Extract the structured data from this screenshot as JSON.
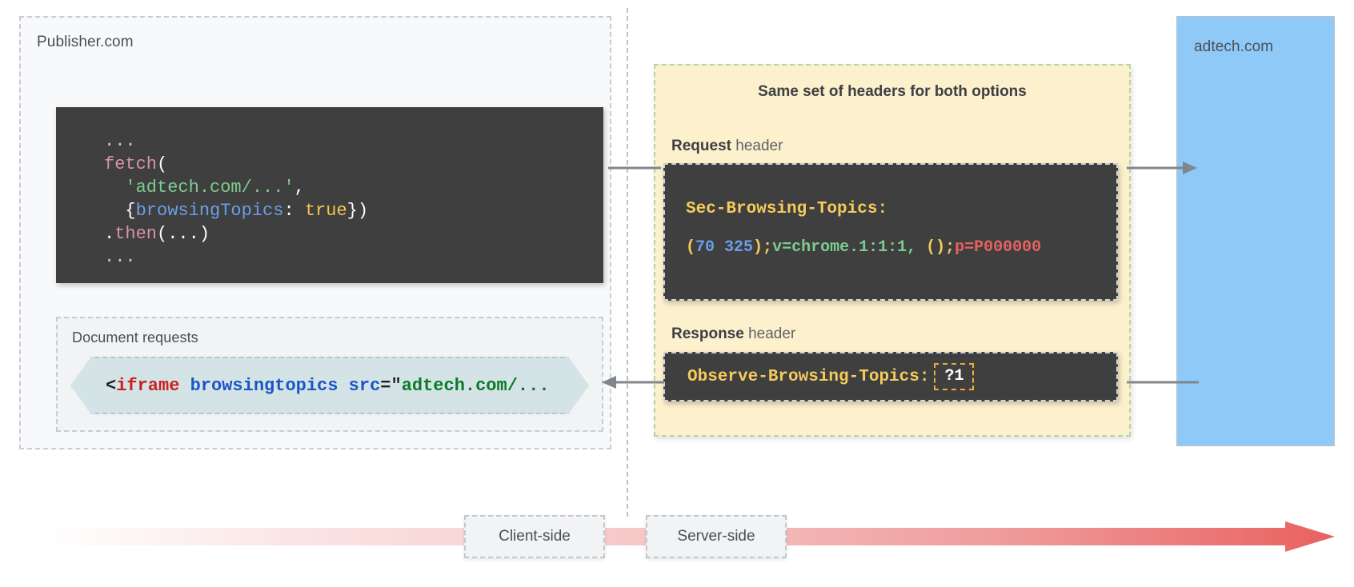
{
  "diagram": {
    "publisher": {
      "label": "Publisher.com",
      "js_code": {
        "line1": "...",
        "line2_fn": "fetch",
        "line2_paren": "(",
        "line3_str": "'adtech.com/...'",
        "line3_comma": ",",
        "line4_open": "{",
        "line4_prop": "browsingTopics",
        "line4_colon": ": ",
        "line4_bool": "true",
        "line4_close": "})",
        "line5_dot": ".",
        "line5_fn": "then",
        "line5_args": "(...)",
        "line6": "..."
      },
      "document_requests": {
        "label": "Document requests",
        "iframe_lt": "<",
        "iframe_tag": "iframe",
        "iframe_space1": " ",
        "iframe_attr1": "browsingtopics",
        "iframe_space2": " ",
        "iframe_attr2": "src",
        "iframe_eq": "=",
        "iframe_quote": "\"",
        "iframe_value": "adtech.com/..."
      }
    },
    "headers_panel": {
      "title": "Same set of headers for both options",
      "request_caption_bold": "Request",
      "request_caption_rest": " header",
      "request_header_name": "Sec-Browsing-Topics:",
      "request_value_paren_open": "(",
      "request_value_topics": "70 325",
      "request_value_paren_close": ")",
      "request_value_semi1": ";",
      "request_value_version": "v=chrome.1:1:1,",
      "request_value_empty": " ()",
      "request_value_semi2": ";",
      "request_value_p": "p=P000000",
      "response_caption_bold": "Response",
      "response_caption_rest": " header",
      "response_header_name": "Observe-Browsing-Topics:",
      "response_header_value": "?1"
    },
    "adtech": {
      "label": "adtech.com"
    },
    "timeline": {
      "client_side": "Client-side",
      "server_side": "Server-side"
    },
    "colors": {
      "publisher_bg": "#f8f9fa",
      "headers_bg": "#fdf0cd",
      "headers_border": "#b7d6a8",
      "adtech_bg": "#8fc9f8",
      "code_bg": "#3f3f3f",
      "iframe_chip_bg": "#d4e3e6",
      "timeline_arrow": "#e8615f",
      "connector_gray": "#80868b",
      "key_yellow": "#f5cb5c",
      "value_highlight_border": "#f0a93b"
    }
  }
}
